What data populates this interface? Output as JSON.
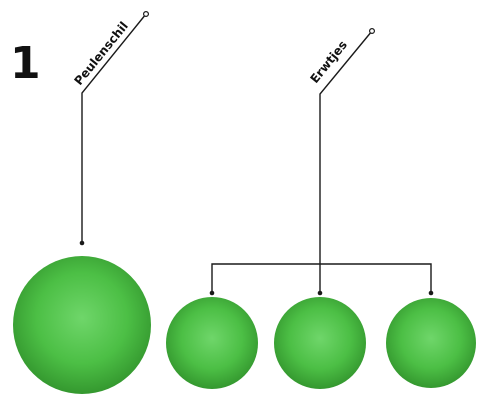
{
  "step_number": "1",
  "labels": {
    "pod_shell": "Peulenschil",
    "peas": "Erwtjes"
  },
  "colors": {
    "ball_light": "#6fd66a",
    "ball_mid": "#46b83f",
    "ball_dark": "#2f8f2a",
    "line": "#1a1a1a",
    "text": "#111111"
  }
}
